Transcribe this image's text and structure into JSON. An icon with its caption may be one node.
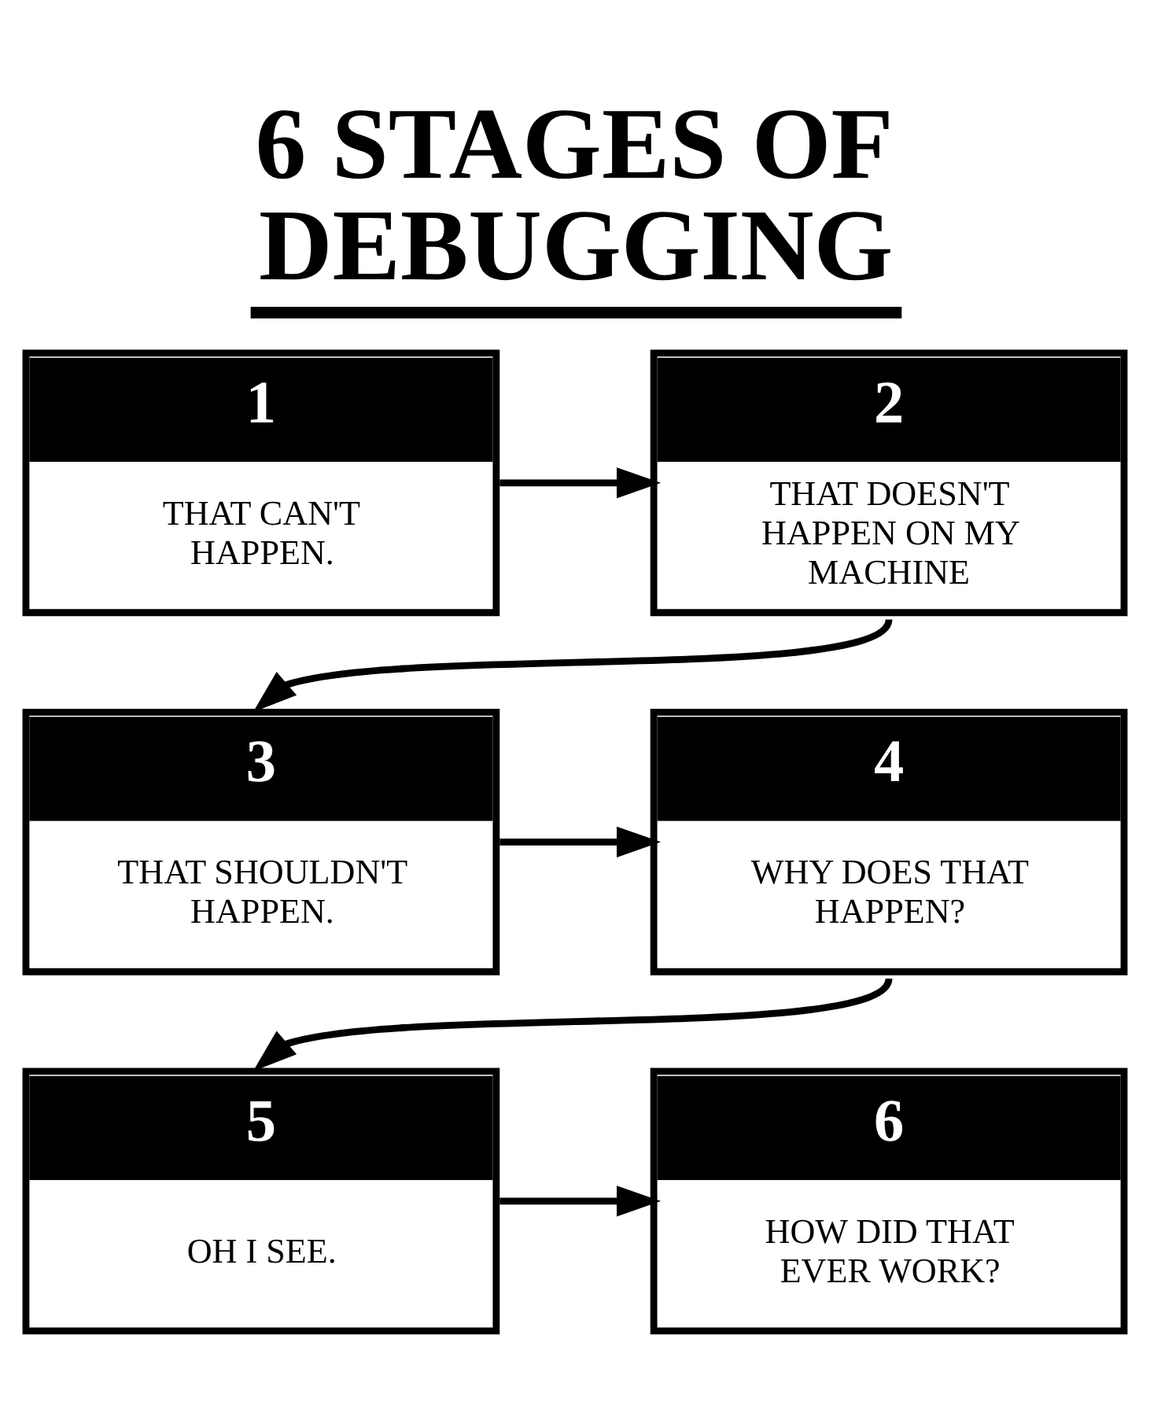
{
  "diagram": {
    "title": "6 STAGES OF DEBUGGING",
    "nodes": [
      {
        "text": [
          "1",
          "THAT CAN'T HAPPEN."
        ]
      },
      {
        "text": [
          "2",
          "THAT DOESN'T HAPPEN ON MY MACHINE"
        ]
      },
      {
        "text": [
          "3",
          "THAT SHOULDN'T HAPPEN."
        ]
      },
      {
        "text": [
          "4",
          "WHY DOES THAT HAPPEN?"
        ]
      },
      {
        "text": [
          "5",
          "OH I SEE."
        ]
      },
      {
        "text": [
          "6",
          "HOW DID THAT EVER WORK?"
        ]
      }
    ],
    "edges": [
      {
        "from": 0,
        "to": 1,
        "arrow": "to"
      },
      {
        "from": 1,
        "to": 2,
        "arrow": "to"
      },
      {
        "from": 2,
        "to": 3,
        "arrow": "to"
      },
      {
        "from": 3,
        "to": 4,
        "arrow": "to"
      },
      {
        "from": 4,
        "to": 5,
        "arrow": "to"
      }
    ]
  }
}
